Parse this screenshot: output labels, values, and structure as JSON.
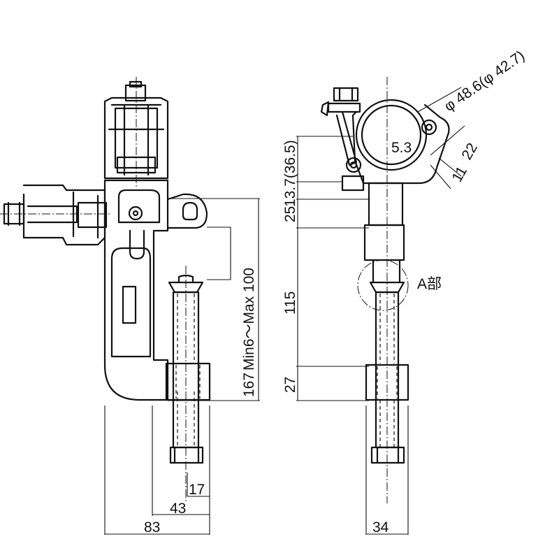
{
  "dimensions": {
    "side_width": "83",
    "stud_offset": "43",
    "nut_width": "17",
    "front_width": "34",
    "total_height": "167",
    "stroke_range": "Min6～Max 100",
    "pad_height": "27",
    "body_length": "115",
    "arm_height": "25",
    "pivot_offset": "13.7(36.5)",
    "pivot_gap": "5.3",
    "clamp_width_a": "11",
    "clamp_width_b": "22",
    "pipe_diameter": "φ 48.6(φ 42.7)"
  },
  "callouts": {
    "detail_a": "A部"
  }
}
